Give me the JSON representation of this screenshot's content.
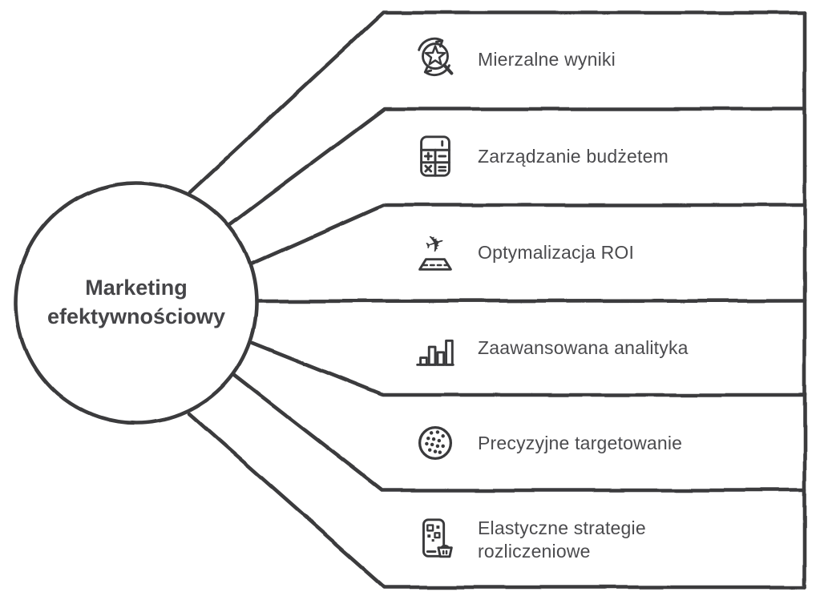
{
  "center": {
    "label": "Marketing efektywnościowy"
  },
  "branches": [
    {
      "label": "Mierzalne wyniki",
      "icon": "star-search-refresh-icon"
    },
    {
      "label": "Zarządzanie budżetem",
      "icon": "calculator-icon"
    },
    {
      "label": "Optymalizacja ROI",
      "icon": "plane-takeoff-icon"
    },
    {
      "label": "Zaawansowana analityka",
      "icon": "bar-chart-icon"
    },
    {
      "label": "Precyzyjne targetowanie",
      "icon": "dotted-circle-target-icon"
    },
    {
      "label": "Elastyczne strategie rozliczeniowe",
      "icon": "mobile-qr-basket-icon"
    }
  ],
  "colors": {
    "stroke": "#3a3a3c",
    "text": "#4b4b4e",
    "center_text": "#454548",
    "background": "#ffffff"
  }
}
